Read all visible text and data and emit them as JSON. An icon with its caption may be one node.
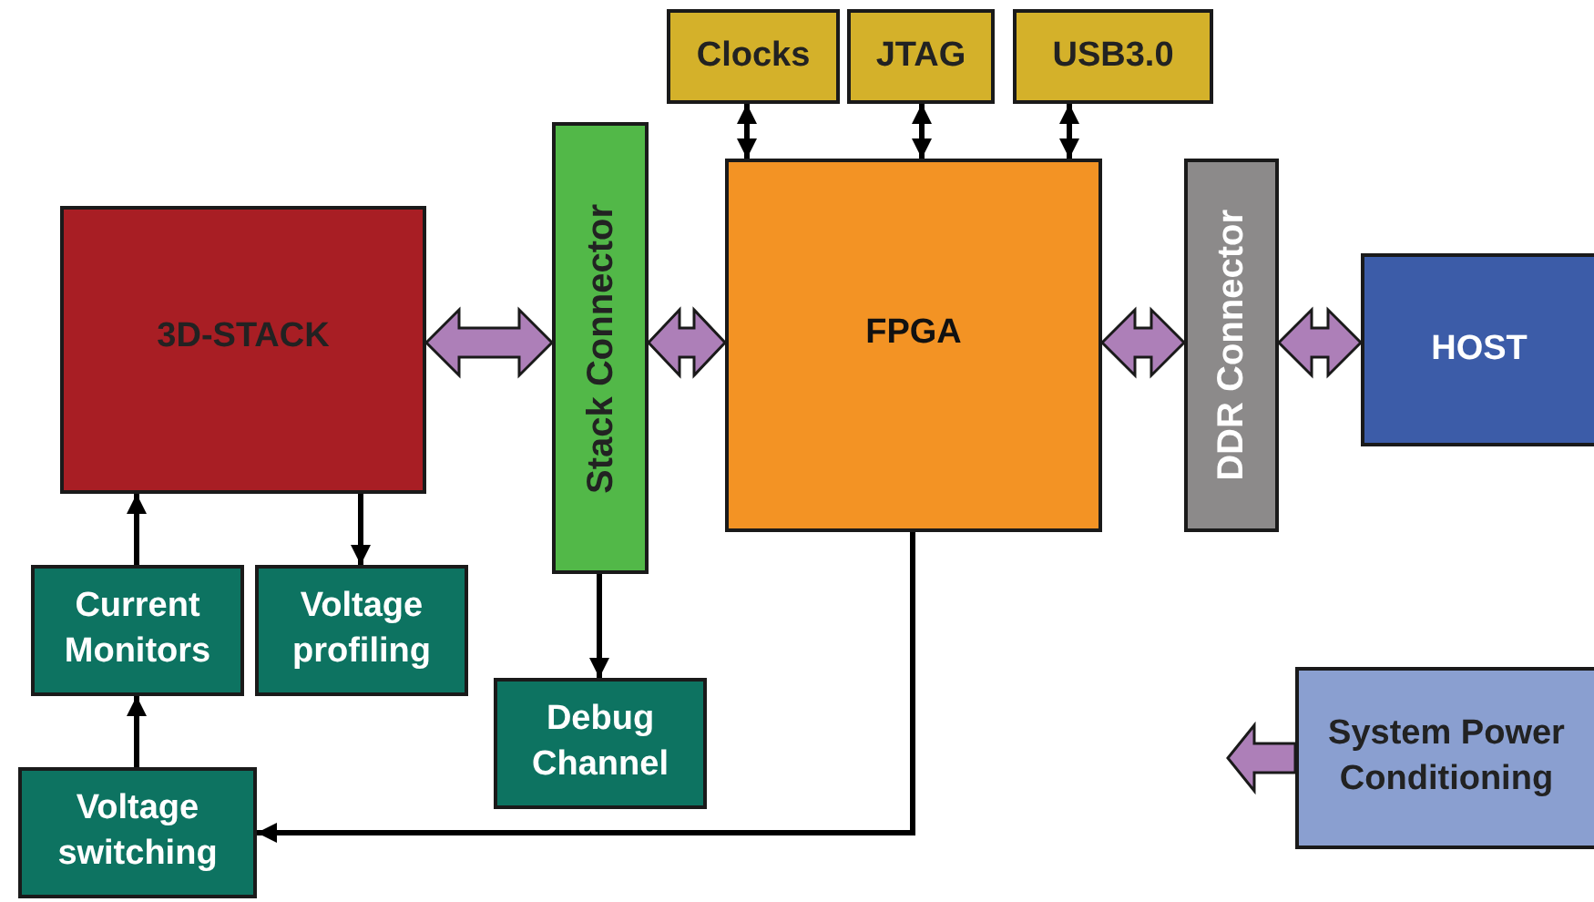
{
  "diagram": {
    "nodes": [
      {
        "text": [
          "Clocks"
        ]
      },
      {
        "text": [
          "JTAG"
        ]
      },
      {
        "text": [
          "USB3.0"
        ]
      },
      {
        "text": [
          "3D-STACK"
        ]
      },
      {
        "text": [
          "Stack Connector"
        ]
      },
      {
        "text": [
          "FPGA"
        ]
      },
      {
        "text": [
          "DDR Connector"
        ]
      },
      {
        "text": [
          "HOST"
        ]
      },
      {
        "text": [
          "Current Monitors"
        ]
      },
      {
        "text": [
          "Voltage profiling"
        ]
      },
      {
        "text": [
          "Debug Channel"
        ]
      },
      {
        "text": [
          "Voltage switching"
        ]
      },
      {
        "text": [
          "System Power Conditioning"
        ]
      }
    ],
    "edges": [
      {
        "from": 0,
        "to": 5,
        "arrow": "both"
      },
      {
        "from": 1,
        "to": 5,
        "arrow": "both"
      },
      {
        "from": 2,
        "to": 5,
        "arrow": "both"
      },
      {
        "from": 3,
        "to": 4,
        "arrow": "both",
        "style": "thick",
        "color": "#ad7fb8"
      },
      {
        "from": 4,
        "to": 5,
        "arrow": "both",
        "style": "thick",
        "color": "#ad7fb8"
      },
      {
        "from": 5,
        "to": 6,
        "arrow": "both",
        "style": "thick",
        "color": "#ad7fb8"
      },
      {
        "from": 6,
        "to": 7,
        "arrow": "both",
        "style": "thick",
        "color": "#ad7fb8"
      },
      {
        "from": 8,
        "to": 3,
        "arrow": "to"
      },
      {
        "from": 3,
        "to": 9,
        "arrow": "to"
      },
      {
        "from": 4,
        "to": 10,
        "arrow": "to"
      },
      {
        "from": 5,
        "to": 11,
        "arrow": "to"
      },
      {
        "from": 11,
        "to": 8,
        "arrow": "to"
      },
      {
        "from": 12,
        "to": null,
        "arrow": "to",
        "style": "thick",
        "color": "#ad7fb8"
      }
    ]
  }
}
